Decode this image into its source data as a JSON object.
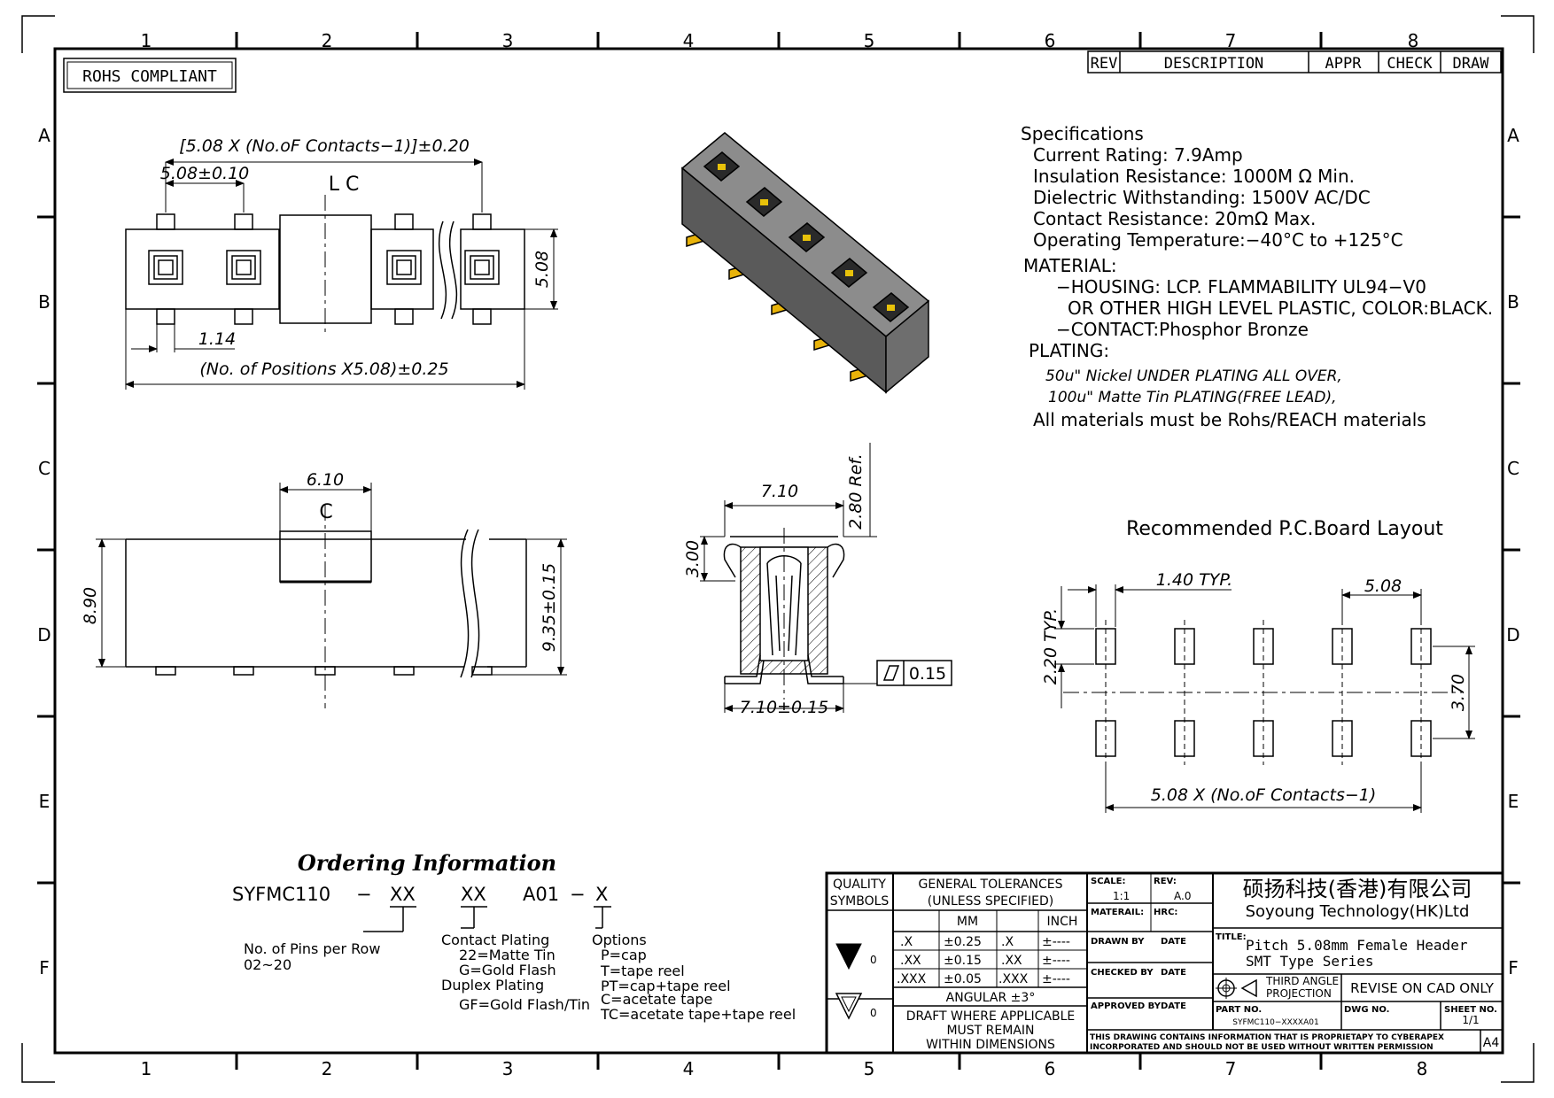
{
  "rohs_box": "ROHS COMPLIANT",
  "zones": {
    "columns": [
      "1",
      "2",
      "3",
      "4",
      "5",
      "6",
      "7",
      "8"
    ],
    "rows": [
      "A",
      "B",
      "C",
      "D",
      "E",
      "F"
    ]
  },
  "revision_table": {
    "rev": "REV",
    "description": "DESCRIPTION",
    "appr": "APPR",
    "check": "CHECK",
    "draw": "DRAW"
  },
  "top_view": {
    "overall_pitch_dim": "[5.08 X (No.oF Contacts−1)]±0.20",
    "pitch_dim": "5.08±0.10",
    "centerline": "L C",
    "height_dim": "5.08",
    "lead_offset_dim": "1.14",
    "length_dim": "(No. of Positions X5.08)±0.25"
  },
  "specifications": {
    "heading": "Specifications",
    "lines": [
      "Current  Rating:    7.9Amp",
      "Insulation  Resistance:  1000M Ω Min.",
      "Dielectric  Withstanding:    1500V  AC/DC",
      "Contact  Resistance:    20mΩ  Max.",
      "Operating  Temperature:−40°C  to  +125°C"
    ],
    "material_heading": "MATERIAL:",
    "material_lines": [
      "−HOUSING:  LCP.  FLAMMABILITY  UL94−V0",
      "OR  OTHER  HIGH  LEVEL  PLASTIC,  COLOR:BLACK.",
      "−CONTACT:Phosphor  Bronze"
    ],
    "plating_heading": "PLATING:",
    "plating_lines": [
      "50u\" Nickel UNDER PLATING ALL OVER,",
      "100u\" Matte Tin PLATING(FREE LEAD),"
    ],
    "rohs_line": "All  materials  must  be  Rohs/REACH  materials"
  },
  "front_view": {
    "width_dim": "6.10",
    "centerline": "C",
    "height_dim": "8.90",
    "overall_height_dim": "9.35±0.15"
  },
  "side_view": {
    "top_width_dim": "7.10",
    "ref_dim": "2.80 Ref.",
    "depth_dim": "3.00",
    "flatness_value": "0.15",
    "bottom_width_dim": "7.10±0.15"
  },
  "pcb_layout": {
    "title": "Recommended  P.C.Board  Layout",
    "pad_width_dim": "1.40 TYP.",
    "pitch_dim": "5.08",
    "pad_length_dim": "2.20 TYP.",
    "row_spacing_dim": "3.70",
    "overall_dim": "5.08 X (No.oF Contacts−1)"
  },
  "ordering": {
    "heading": "Ordering Information",
    "part_code": [
      "SYFMC110",
      "−",
      "XX",
      "XX",
      "A01",
      "−",
      "X"
    ],
    "pins_label": [
      "No. of Pins per Row",
      "02~20"
    ],
    "plating_label": [
      "Contact Plating",
      "22=Matte Tin",
      "G=Gold Flash",
      "Duplex Plating",
      "GF=Gold Flash/Tin"
    ],
    "options_label": [
      "Options",
      "P=cap",
      "T=tape reel",
      "PT=cap+tape reel",
      "C=acetate tape",
      "TC=acetate tape+tape reel"
    ]
  },
  "title_block": {
    "quality_symbols": [
      "QUALITY",
      "SYMBOLS"
    ],
    "quality_marks": [
      "0",
      "0"
    ],
    "general_tol": [
      "GENERAL  TOLERANCES",
      "(UNLESS  SPECIFIED)"
    ],
    "mm": "MM",
    "inch": "INCH",
    "tol_rows": [
      [
        ".X",
        "±0.25",
        ".X",
        "±----"
      ],
      [
        ".XX",
        "±0.15",
        ".XX",
        "±----"
      ],
      [
        ".XXX",
        "±0.05",
        ".XXX",
        "±----"
      ]
    ],
    "angular": "ANGULAR  ±3°",
    "draft_note": [
      "DRAFT  WHERE  APPLICABLE",
      "MUST  REMAIN",
      "WITHIN  DIMENSIONS"
    ],
    "scale_label": "SCALE:",
    "scale_value": "1:1",
    "rev_label": "REV:",
    "rev_value": "A.0",
    "material_label": "MATERAIL:",
    "hrc_label": "HRC:",
    "drawn_by": "DRAWN BY",
    "checked_by": "CHECKED BY",
    "approved_by": "APPROVED BY",
    "date": "DATE",
    "company_cn": "硕扬科技(香港)有限公司",
    "company_en": "Soyoung  Technology(HK)Ltd",
    "title_label": "TITLE:",
    "title_lines": [
      "Pitch  5.08mm  Female  Header",
      "SMT  Type  Series"
    ],
    "projection": [
      "THIRD  ANGLE",
      "PROJECTION"
    ],
    "cad_note": "REVISE  ON  CAD  ONLY",
    "part_no_label": "PART NO.",
    "part_no": "SYFMC110−XXXXA01",
    "dwg_no_label": "DWG NO.",
    "sheet_no_label": "SHEET  NO.",
    "sheet_no": "1/1",
    "notice": [
      "THIS  DRAWING  CONTAINS  INFORMATION  THAT  IS  PROPRIETAPY  TO  CYBERAPEX",
      "INCORPORATED  AND  SHOULD  NOT  BE  USED  WITHOUT  WRITTEN  PERMISSION"
    ],
    "size": "A4"
  }
}
